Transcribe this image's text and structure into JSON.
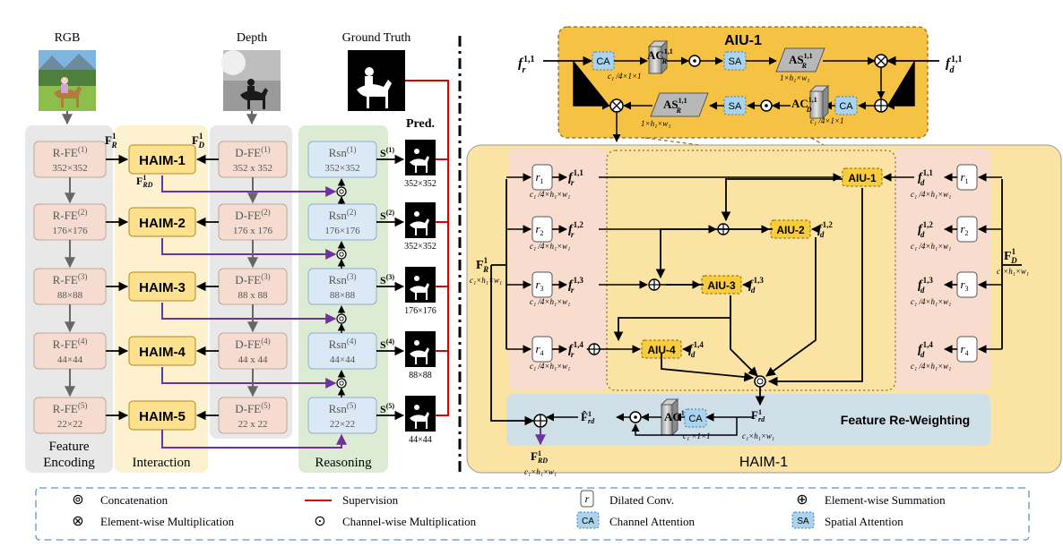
{
  "left": {
    "col_titles": {
      "rgb": "RGB",
      "depth": "Depth",
      "gt": "Ground Truth",
      "pred": "Pred."
    },
    "r_fe": [
      {
        "name": "R-FE",
        "sup": "(1)",
        "size": "352×352"
      },
      {
        "name": "R-FE",
        "sup": "(2)",
        "size": "176×176"
      },
      {
        "name": "R-FE",
        "sup": "(3)",
        "size": "88×88"
      },
      {
        "name": "R-FE",
        "sup": "(4)",
        "size": "44×44"
      },
      {
        "name": "R-FE",
        "sup": "(5)",
        "size": "22×22"
      }
    ],
    "haim": [
      "HAIM-1",
      "HAIM-2",
      "HAIM-3",
      "HAIM-4",
      "HAIM-5"
    ],
    "d_fe": [
      {
        "name": "D-FE",
        "sup": "(1)",
        "size": "352 x 352"
      },
      {
        "name": "D-FE",
        "sup": "(2)",
        "size": "176 x 176"
      },
      {
        "name": "D-FE",
        "sup": "(3)",
        "size": "88 x 88"
      },
      {
        "name": "D-FE",
        "sup": "(4)",
        "size": "44 x 44"
      },
      {
        "name": "D-FE",
        "sup": "(5)",
        "size": "22 x 22"
      }
    ],
    "rsn": [
      {
        "name": "Rsn",
        "sup": "(1)",
        "size": "352×352"
      },
      {
        "name": "Rsn",
        "sup": "(2)",
        "size": "176×176"
      },
      {
        "name": "Rsn",
        "sup": "(3)",
        "size": "88×88"
      },
      {
        "name": "Rsn",
        "sup": "(4)",
        "size": "44×44"
      },
      {
        "name": "Rsn",
        "sup": "(5)",
        "size": "22×22"
      }
    ],
    "s_labels": [
      "(1)",
      "(2)",
      "(3)",
      "(4)",
      "(5)"
    ],
    "pred_sizes": [
      "352×352",
      "352×352",
      "176×176",
      "88×88",
      "44×44"
    ],
    "column_labels": {
      "encoding": [
        "Feature",
        "Encoding"
      ],
      "interaction": "Interaction",
      "reasoning": "Reasoning"
    }
  },
  "aiu1_box": {
    "title": "AIU-1",
    "ca": "CA",
    "sa": "SA",
    "ca_dim": "c₁ /4×1×1",
    "sa_dim": "1×h₁×w₁"
  },
  "haim1": {
    "title": "HAIM-1",
    "r_label": "r",
    "r_sub": [
      "1",
      "2",
      "3",
      "4"
    ],
    "sup": [
      "1,1",
      "1,2",
      "1,3",
      "1,4"
    ],
    "dim_quarter": "c₁ /4×h₁×w₁",
    "dim_full": "c₁×h₁×w₁",
    "aiu": [
      "AIU-1",
      "AIU-2",
      "AIU-3",
      "AIU-4"
    ],
    "frw_label": "Feature Re-Weighting",
    "ca_dim": "c₁ ×1×1"
  },
  "legend": [
    {
      "symbol": "⊚",
      "label": "Concatenation"
    },
    {
      "symbol": "line",
      "label": "Supervision"
    },
    {
      "symbol": "r",
      "label": "Dilated Conv."
    },
    {
      "symbol": "⊕",
      "label": "Element-wise Summation"
    },
    {
      "symbol": "⊗",
      "label": "Element-wise Multiplication"
    },
    {
      "symbol": "⊙",
      "label": "Channel-wise Multiplication"
    },
    {
      "symbol": "CA",
      "label": "Channel Attention"
    },
    {
      "symbol": "SA",
      "label": "Spatial Attention"
    }
  ],
  "colors": {
    "encoding_bg": "#e8e8e8",
    "interaction_bg": "#fdf1cf",
    "reasoning_bg": "#dcebd3",
    "fe_fill": "#f6dcd0",
    "fe_stroke": "#c0a69a",
    "haim_fill": "#fde18f",
    "rsn_fill": "#dbe9f7",
    "rsn_stroke": "#8fb0cf",
    "purple": "#7030a0",
    "supervision": "#e00000",
    "aiu_box_bg": "#f6c243",
    "haim_big_bg": "#fbe3a3",
    "pink_bg": "#f8dccd",
    "frw_bg": "#cfdfe8",
    "attn_fill": "#a9d3ee",
    "aiu_fill": "#f8cd3c"
  },
  "images": {
    "rgb": "rgb-image",
    "depth": "depth-image",
    "gt": "ground-truth-image",
    "pred": "prediction-image"
  }
}
